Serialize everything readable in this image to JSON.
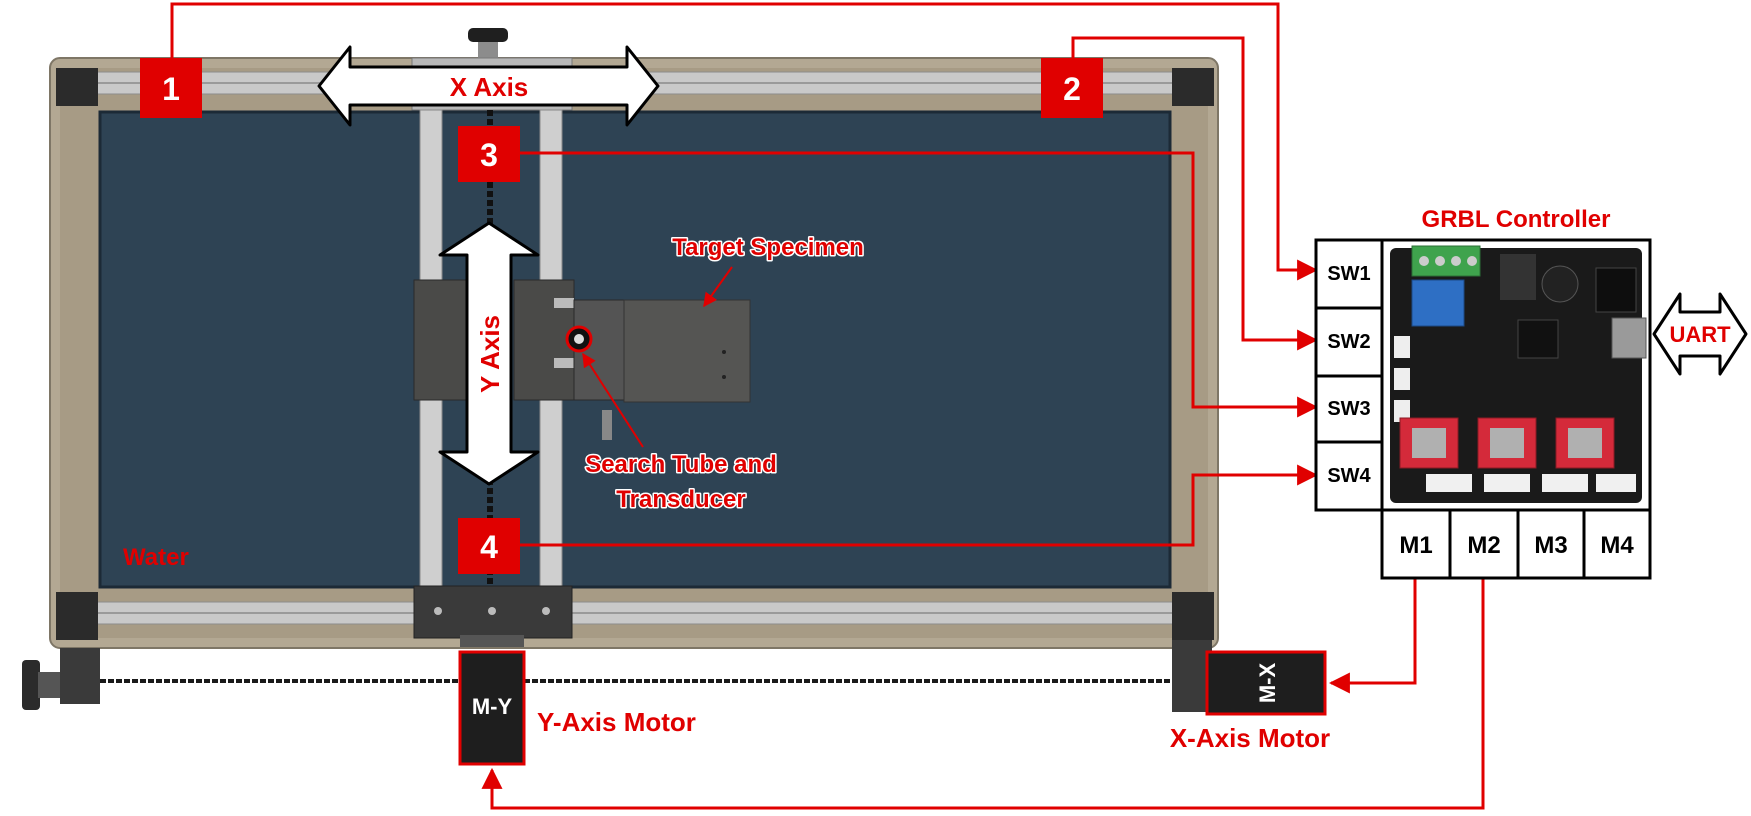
{
  "colors": {
    "accent_red": "#e00000",
    "water": "#2e4354",
    "frame": "#b3a893",
    "rail": "#c9c9c9",
    "board": "#1a1a1a"
  },
  "markers": [
    "1",
    "2",
    "3",
    "4"
  ],
  "labels": {
    "x_axis": "X Axis",
    "y_axis": "Y Axis",
    "target_specimen": "Target Specimen",
    "search_tube_line1": "Search Tube and",
    "search_tube_line2": "Transducer",
    "water": "Water",
    "y_motor": "M-Y",
    "y_motor_caption": "Y-Axis Motor",
    "x_motor": "M-X",
    "x_motor_caption": "X-Axis Motor",
    "controller_title": "GRBL Controller",
    "uart": "UART"
  },
  "controller": {
    "switch_ports": [
      "SW1",
      "SW2",
      "SW3",
      "SW4"
    ],
    "motor_ports": [
      "M1",
      "M2",
      "M3",
      "M4"
    ]
  }
}
